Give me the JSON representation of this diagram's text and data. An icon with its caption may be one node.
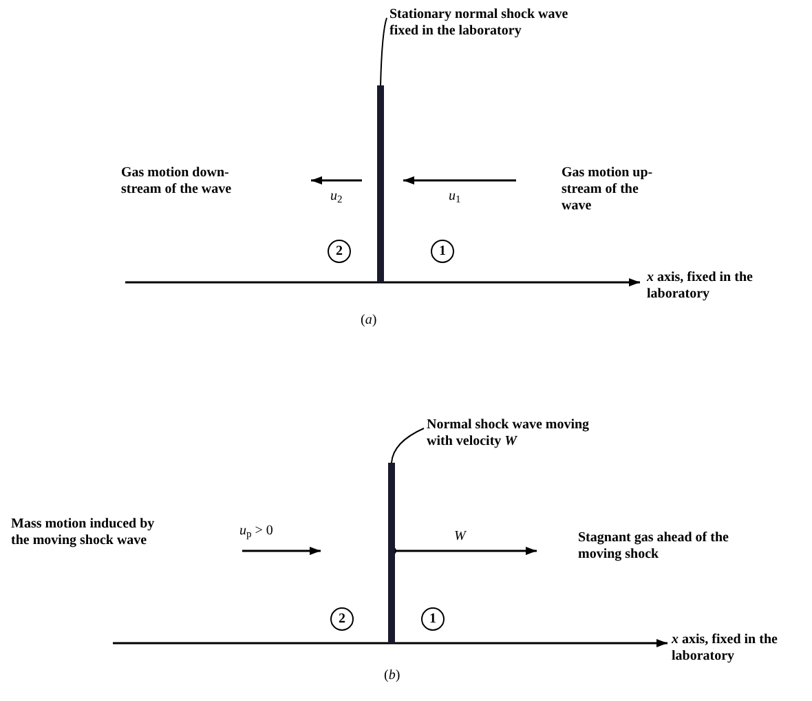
{
  "diagram": {
    "nodes": [
      {
        "text": [
          "Stationary normal shock wave fixed in the laboratory"
        ]
      },
      {
        "text": [],
        "shape": "bar"
      },
      {
        "text": [
          "Normal shock wave moving with velocity *W*"
        ]
      },
      {
        "text": [],
        "shape": "bar"
      }
    ],
    "edges": [
      {
        "from": 0,
        "to": 1,
        "arrow": "none"
      },
      {
        "from": 2,
        "to": 3,
        "arrow": "none"
      }
    ],
    "labels": [
      "Gas motion down- stream of the wave",
      "*u*$_{2}$",
      "*u*$_{1}$",
      "Gas motion up- stream of the wave",
      "2",
      "1",
      "*x* axis, fixed in the laboratory",
      "(*a*)",
      "Mass motion induced by the moving shock wave",
      "*u*$_{p}$ > 0",
      "*W*",
      "Stagnant gas ahead of the moving shock",
      "2",
      "1",
      "*x* axis, fixed in the laboratory",
      "(*b*)"
    ]
  }
}
